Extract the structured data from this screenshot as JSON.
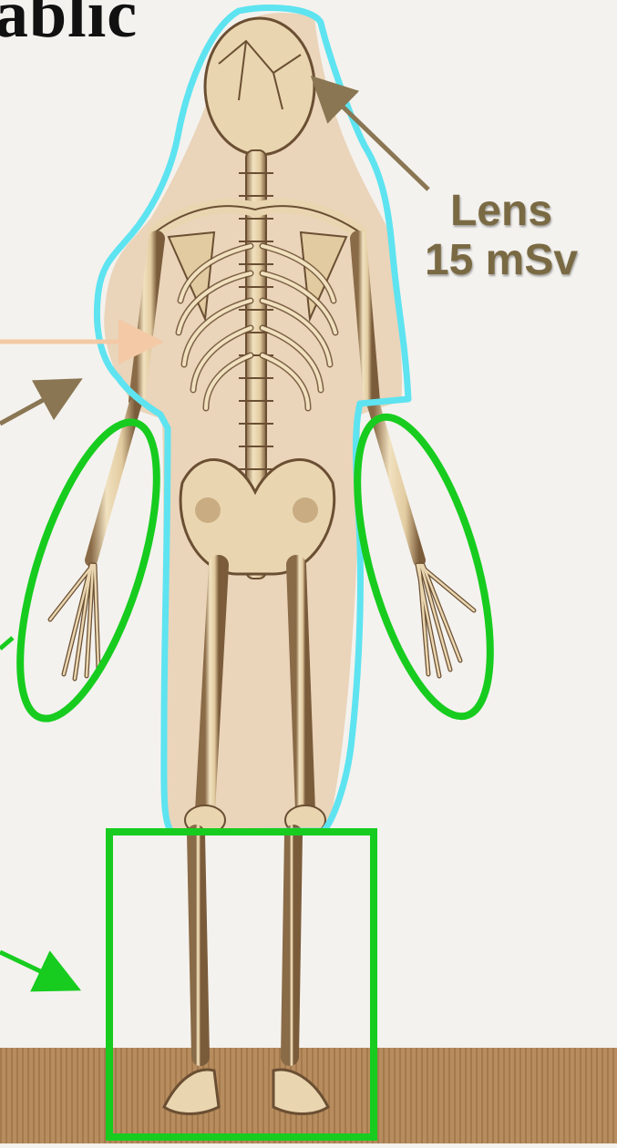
{
  "title_fragment": "ablic",
  "lens_label": {
    "organ": "Lens",
    "dose": "15 mSv"
  },
  "colors": {
    "background": "#f4f2ee",
    "floor": "#b78d5f",
    "body_outline": "#5ee3f0",
    "body_fill": "#e6c7a4",
    "hand_ellipse": "#17cc1f",
    "feet_box": "#17cc1f",
    "lens_arrow": "#8a7653",
    "label_text": "#7a6a43",
    "bone": "#e9d6b0",
    "bone_shadow": "#6b4f33"
  },
  "icons": {
    "figure": "skeleton-back-view-icon"
  }
}
